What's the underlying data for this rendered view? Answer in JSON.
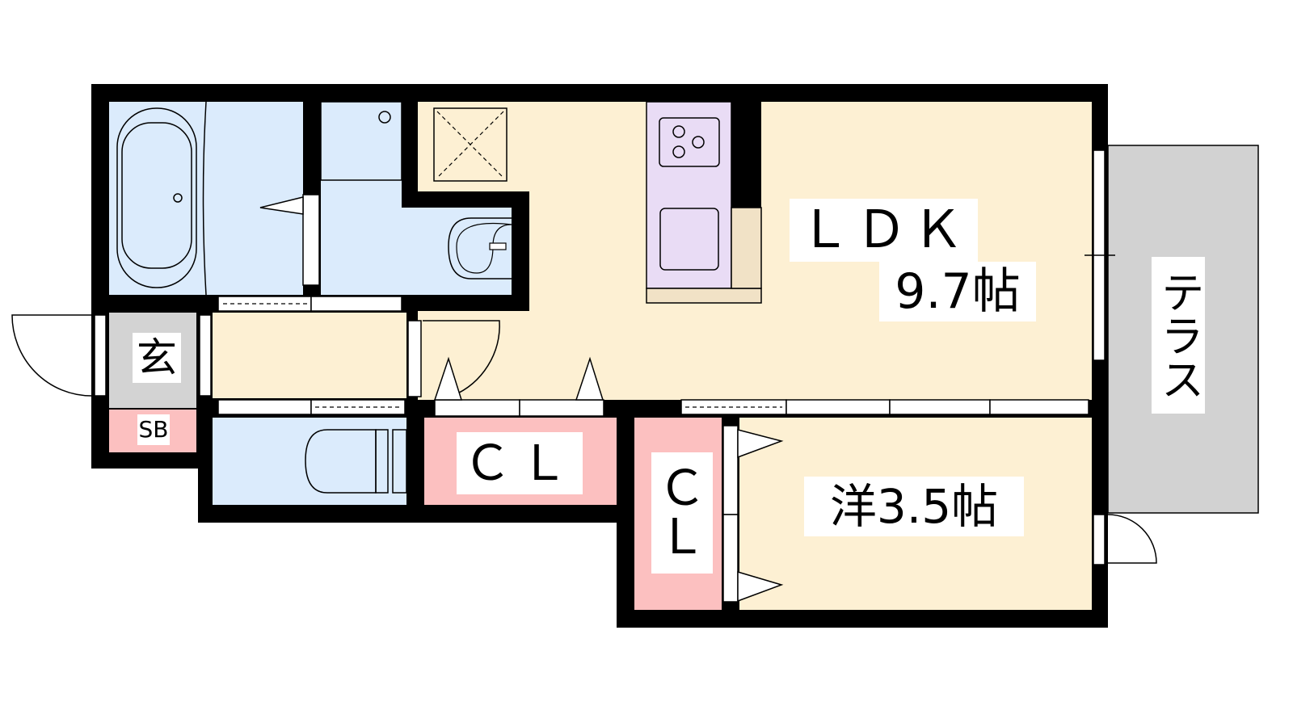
{
  "plan": {
    "ldk": {
      "name": "ＬＤＫ",
      "size": "9.7帖"
    },
    "western_room": {
      "label": "洋3.5帖"
    },
    "closet1": {
      "label": "ＣＬ"
    },
    "closet2": {
      "line1": "Ｃ",
      "line2": "Ｌ"
    },
    "entrance": {
      "label": "玄"
    },
    "shoe_box": {
      "label": "SB"
    },
    "terrace": {
      "label": "テラス"
    }
  },
  "colors": {
    "wet_area": "#dbebfc",
    "living": "#fdf0d3",
    "closet": "#fcc0c0",
    "entrance": "#d3d3d3",
    "terrace": "#d2d2d2",
    "kitchen": "#e9dcf5",
    "counter": "#f1e2c6"
  }
}
